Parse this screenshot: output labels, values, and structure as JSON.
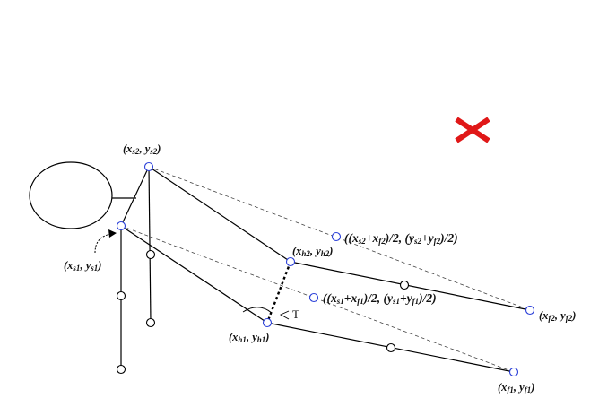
{
  "diagram": {
    "labels": {
      "s2": {
        "v1": "x",
        "s1": "s2",
        "v2": "y",
        "s2": "s2"
      },
      "s1": {
        "v1": "x",
        "s1": "s1",
        "v2": "y",
        "s2": "s1"
      },
      "h2": {
        "v1": "x",
        "s1": "h2",
        "v2": "y",
        "s2": "h2"
      },
      "h1": {
        "v1": "x",
        "s1": "h1",
        "v2": "y",
        "s2": "h1"
      },
      "f2": {
        "v1": "x",
        "s1": "f2",
        "v2": "y",
        "s2": "f2"
      },
      "f1": {
        "v1": "x",
        "s1": "f1",
        "v2": "y",
        "s2": "f1"
      }
    },
    "midpoints": {
      "top": {
        "p1": "((x",
        "a": "s2",
        "plus": "+x",
        "b": "f2",
        "p2": ")/2, (y",
        "c": "s2",
        "plus2": "+y",
        "d": "f2",
        "p3": ")/2)"
      },
      "bottom": {
        "p1": "((x",
        "a": "s1",
        "plus": "+x",
        "b": "f1",
        "p2": ")/2, (y",
        "c": "s1",
        "plus2": "+y",
        "d": "f1",
        "p3": ")/2)"
      }
    },
    "angle_label": "T",
    "mark_color": "#e01818",
    "point_color": "#2a3fd8"
  }
}
